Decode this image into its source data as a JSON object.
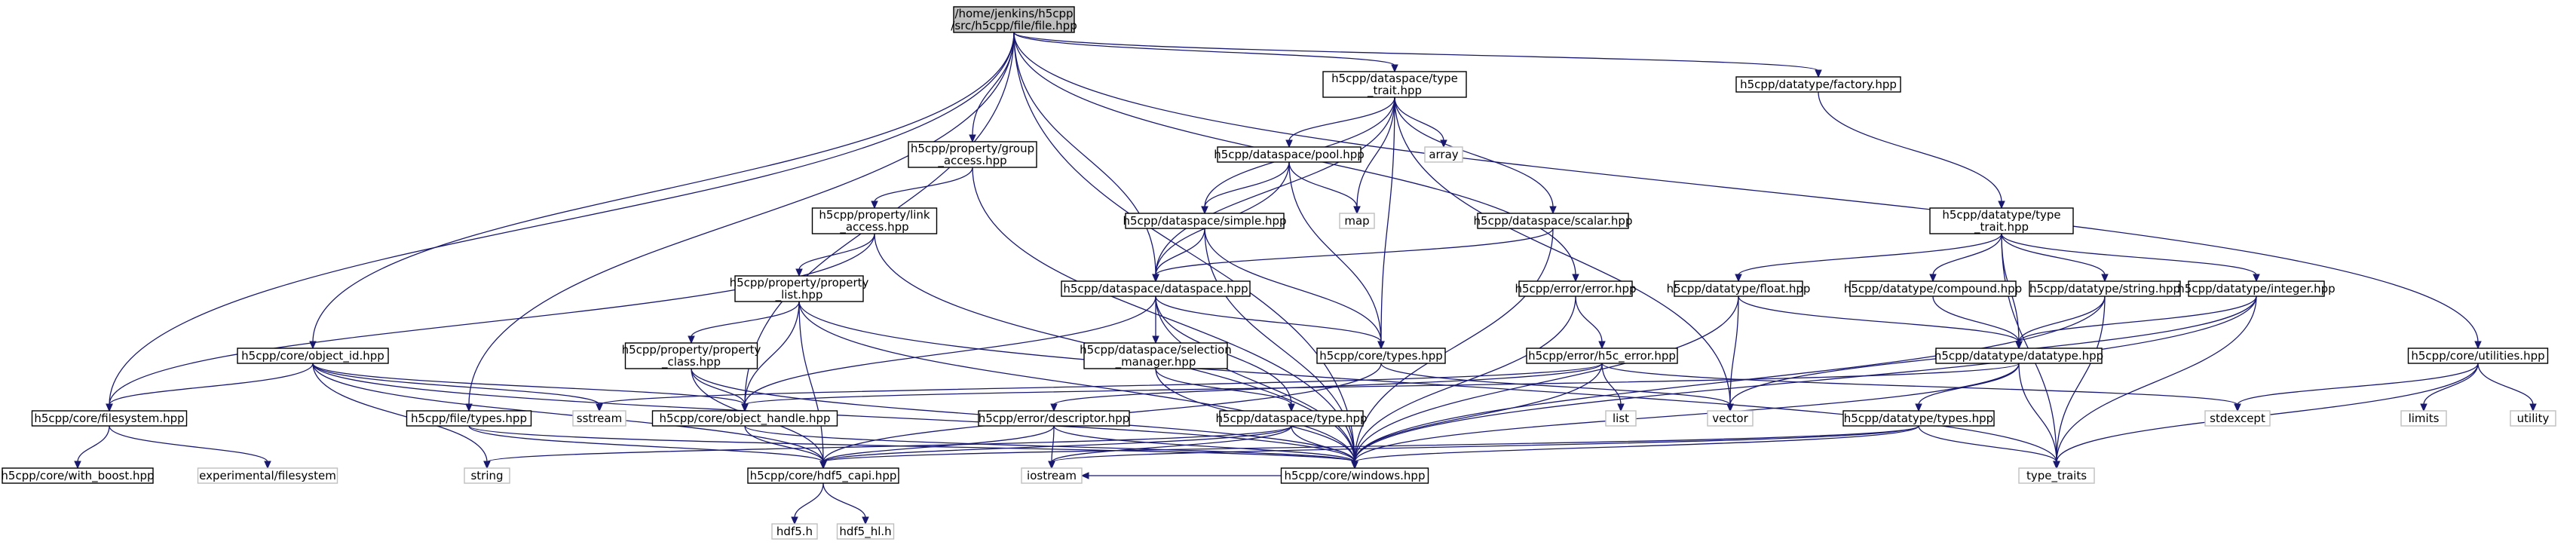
{
  "nodes": {
    "root": [
      "/home/jenkins/h5cpp",
      "/src/h5cpp/file/file.hpp"
    ],
    "ds_type_trait": [
      "h5cpp/dataspace/type",
      "_trait.hpp"
    ],
    "dt_factory": [
      "h5cpp/datatype/factory.hpp"
    ],
    "group_access": [
      "h5cpp/property/group",
      "_access.hpp"
    ],
    "array": [
      "array"
    ],
    "ds_pool": [
      "h5cpp/dataspace/pool.hpp"
    ],
    "map": [
      "map"
    ],
    "link_access": [
      "h5cpp/property/link",
      "_access.hpp"
    ],
    "ds_simple": [
      "h5cpp/dataspace/simple.hpp"
    ],
    "ds_scalar": [
      "h5cpp/dataspace/scalar.hpp"
    ],
    "dt_type_trait": [
      "h5cpp/datatype/type",
      "_trait.hpp"
    ],
    "prop_list": [
      "h5cpp/property/property",
      "_list.hpp"
    ],
    "ds_dataspace": [
      "h5cpp/dataspace/dataspace.hpp"
    ],
    "err_error": [
      "h5cpp/error/error.hpp"
    ],
    "dt_float": [
      "h5cpp/datatype/float.hpp"
    ],
    "dt_compound": [
      "h5cpp/datatype/compound.hpp"
    ],
    "dt_string": [
      "h5cpp/datatype/string.hpp"
    ],
    "dt_integer": [
      "h5cpp/datatype/integer.hpp"
    ],
    "object_id": [
      "h5cpp/core/object_id.hpp"
    ],
    "prop_class": [
      "h5cpp/property/property",
      "_class.hpp"
    ],
    "ds_sel_mgr": [
      "h5cpp/dataspace/selection",
      "_manager.hpp"
    ],
    "core_types": [
      "h5cpp/core/types.hpp"
    ],
    "h5c_error": [
      "h5cpp/error/h5c_error.hpp"
    ],
    "dt_datatype": [
      "h5cpp/datatype/datatype.hpp"
    ],
    "core_utilities": [
      "h5cpp/core/utilities.hpp"
    ],
    "core_filesystem": [
      "h5cpp/core/filesystem.hpp"
    ],
    "file_types": [
      "h5cpp/file/types.hpp"
    ],
    "sstream": [
      "sstream"
    ],
    "object_handle": [
      "h5cpp/core/object_handle.hpp"
    ],
    "err_descriptor": [
      "h5cpp/error/descriptor.hpp"
    ],
    "ds_type": [
      "h5cpp/dataspace/type.hpp"
    ],
    "list": [
      "list"
    ],
    "vector": [
      "vector"
    ],
    "dt_types": [
      "h5cpp/datatype/types.hpp"
    ],
    "stdexcept": [
      "stdexcept"
    ],
    "limits": [
      "limits"
    ],
    "utility": [
      "utility"
    ],
    "with_boost": [
      "h5cpp/core/with_boost.hpp"
    ],
    "exp_filesystem": [
      "experimental/filesystem"
    ],
    "string": [
      "string"
    ],
    "hdf5_capi": [
      "h5cpp/core/hdf5_capi.hpp"
    ],
    "iostream": [
      "iostream"
    ],
    "core_windows": [
      "h5cpp/core/windows.hpp"
    ],
    "type_traits": [
      "type_traits"
    ],
    "hdf5_h": [
      "hdf5.h"
    ],
    "hdf5_hl_h": [
      "hdf5_hl.h"
    ]
  }
}
